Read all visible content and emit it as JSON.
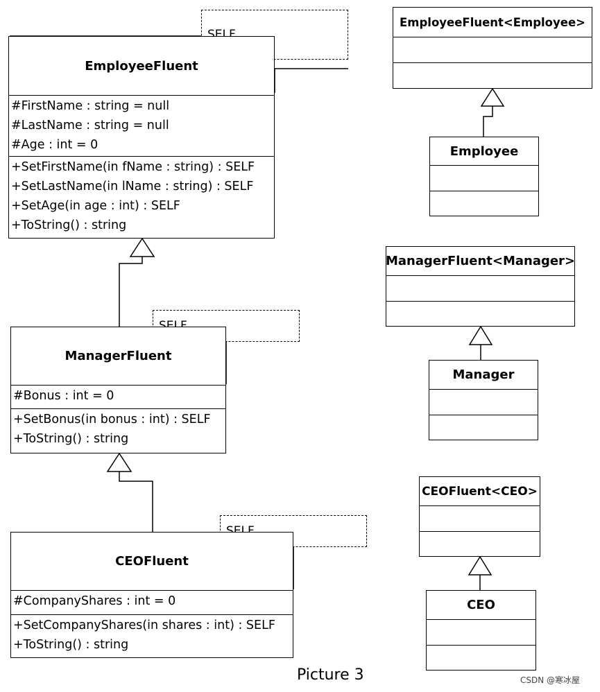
{
  "left_classes": {
    "employee_fluent": {
      "template": "SELF",
      "name": "EmployeeFluent",
      "attributes": [
        "#FirstName : string = null",
        "#LastName : string = null",
        "#Age : int = 0"
      ],
      "operations": [
        "+SetFirstName(in fName : string) : SELF",
        "+SetLastName(in lName : string) : SELF",
        "+SetAge(in age : int) : SELF",
        "+ToString() : string"
      ]
    },
    "manager_fluent": {
      "template": "SELF",
      "name": "ManagerFluent",
      "attributes": [
        "#Bonus : int = 0"
      ],
      "operations": [
        "+SetBonus(in bonus : int) : SELF",
        "+ToString() : string"
      ]
    },
    "ceo_fluent": {
      "template": "SELF",
      "name": "CEOFluent",
      "attributes": [
        "#CompanyShares : int = 0"
      ],
      "operations": [
        "+SetCompanyShares(in shares : int) : SELF",
        "+ToString() : string"
      ]
    }
  },
  "right_classes": {
    "employee_fluent_employee": {
      "name": "EmployeeFluent<Employee>"
    },
    "employee": {
      "name": "Employee"
    },
    "manager_fluent_manager": {
      "name": "ManagerFluent<Manager>"
    },
    "manager": {
      "name": "Manager"
    },
    "ceo_fluent_ceo": {
      "name": "CEOFluent<CEO>"
    },
    "ceo": {
      "name": "CEO"
    }
  },
  "caption": "Picture 3",
  "watermark": "CSDN @寒冰屋"
}
